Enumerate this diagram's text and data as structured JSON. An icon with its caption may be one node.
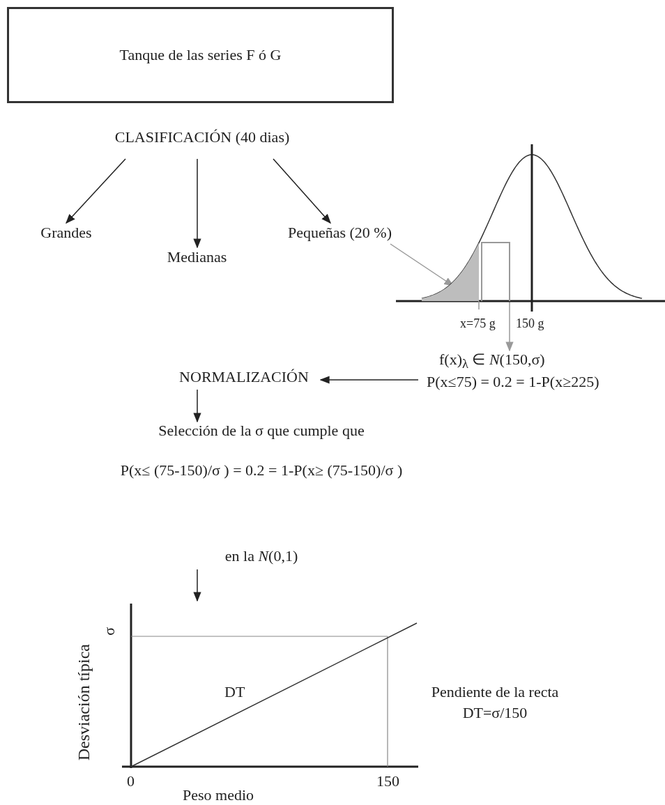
{
  "diagram": {
    "nodes": [
      {
        "text": [
          "Tanque de las series F ó G"
        ]
      },
      {
        "text": [
          "CLASIFICACIÓN (40 dias)"
        ]
      },
      {
        "text": [
          "Grandes"
        ]
      },
      {
        "text": [
          "Medianas"
        ]
      },
      {
        "text": [
          "Pequeñas (20 %)"
        ]
      },
      {
        "text": [],
        "shape": "picture",
        "beside": [
          "x=75 g",
          "150 g"
        ]
      },
      {
        "text": [],
        "shape": "picture",
        "in": 5
      },
      {
        "text": [],
        "shape": "box",
        "in": 5
      },
      {
        "text": [
          "f(x)$_{λ}$ ∈ *N*(150,σ)",
          "P(x≤75) = 0.2 = 1-P(x≥225)"
        ]
      },
      {
        "text": [
          "NORMALIZACIÓN"
        ]
      },
      {
        "text": [
          "Selección de la σ que cumple que",
          "P(x≤ (75-150)/σ ) = 0.2 = 1-P(x≥ (75-150)/σ )",
          "en la *N*(0,1)"
        ]
      },
      {
        "text": [
          "σ",
          "Desviación típica",
          "DT",
          "0",
          "150",
          "Peso medio"
        ]
      }
    ],
    "edges": [
      {
        "from": 1,
        "to": 2,
        "arrow": "to"
      },
      {
        "from": 1,
        "to": 3,
        "arrow": "to"
      },
      {
        "from": 1,
        "to": 4,
        "arrow": "to"
      },
      {
        "from": 4,
        "to": 6,
        "arrow": "to",
        "color": "#999999"
      },
      {
        "from": 7,
        "to": 8,
        "arrow": "to",
        "color": "#999999"
      },
      {
        "from": 8,
        "to": 9,
        "arrow": "to"
      },
      {
        "from": 9,
        "to": 10,
        "arrow": "to"
      },
      {
        "from": 10,
        "to": 11,
        "arrow": "to"
      }
    ],
    "labels": [
      "Pendiente de la recta DT=σ/150"
    ]
  }
}
